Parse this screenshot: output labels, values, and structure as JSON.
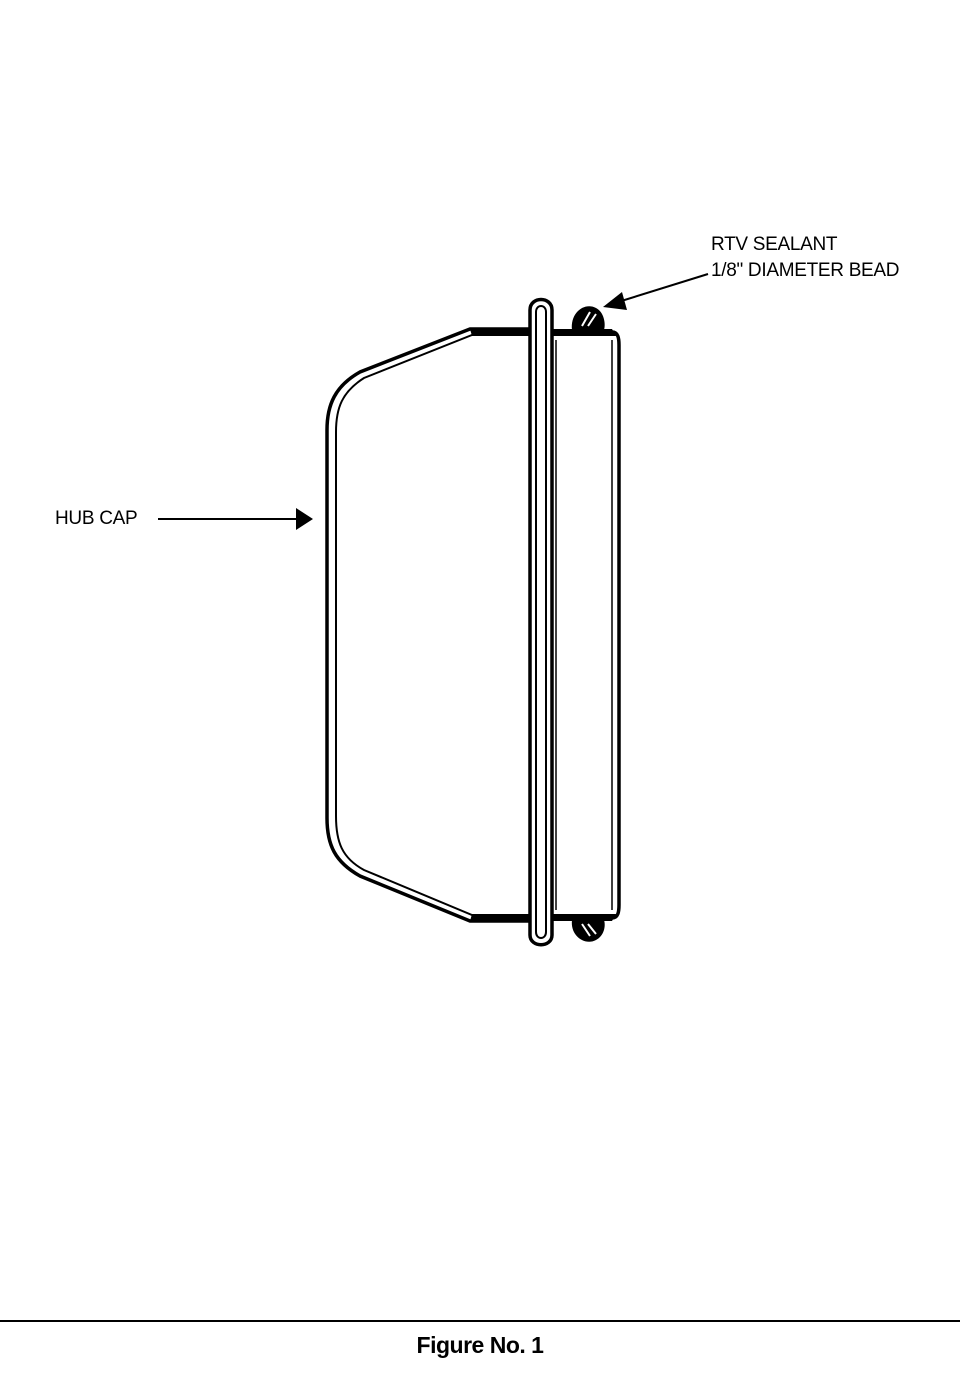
{
  "callouts": {
    "sealant_line1": "RTV SEALANT",
    "sealant_line2": "1/8\" DIAMETER BEAD",
    "hub_cap": "HUB CAP"
  },
  "caption": "Figure No. 1",
  "colors": {
    "ink": "#000000",
    "paper": "#ffffff"
  }
}
